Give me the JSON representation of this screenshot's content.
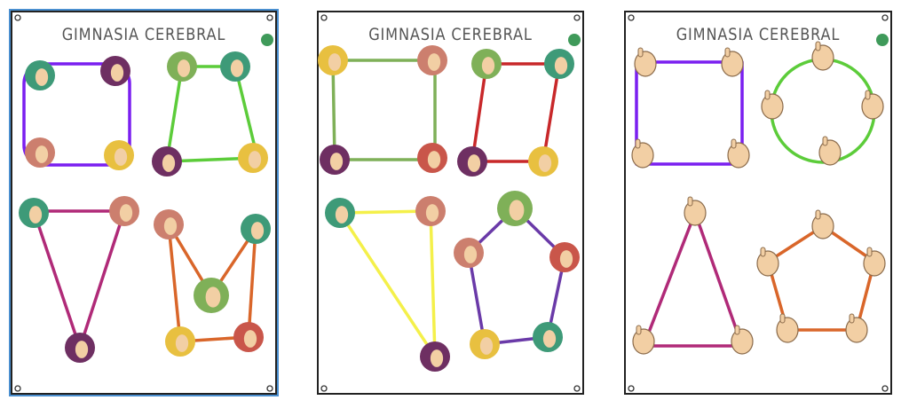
{
  "cards": [
    {
      "title": "GIMNASIA CEREBRAL",
      "style": "colored-circles",
      "shapes": [
        "square",
        "trapezoid",
        "triangle",
        "w-shape"
      ]
    },
    {
      "title": "GIMNASIA CEREBRAL",
      "style": "colored-circles",
      "shapes": [
        "square",
        "parallelogram",
        "triangle",
        "pentagon"
      ]
    },
    {
      "title": "GIMNASIA CEREBRAL",
      "style": "hand-emoji",
      "shapes": [
        "square",
        "circle",
        "triangle",
        "pentagon"
      ]
    }
  ],
  "colors": {
    "purple": "#7a1ff0",
    "green": "#5ccc3a",
    "magenta": "#b02a78",
    "orange": "#d9662a",
    "red": "#c8282a",
    "yellow": "#f4f04a",
    "violet": "#6a3aa8",
    "teal": "#3e9a78",
    "plum": "#6e2f62",
    "salmon": "#cc7f6e",
    "mustard": "#e8c040",
    "olive": "#7fb058",
    "brick": "#c9564a",
    "skin": "#f2cfa4"
  }
}
